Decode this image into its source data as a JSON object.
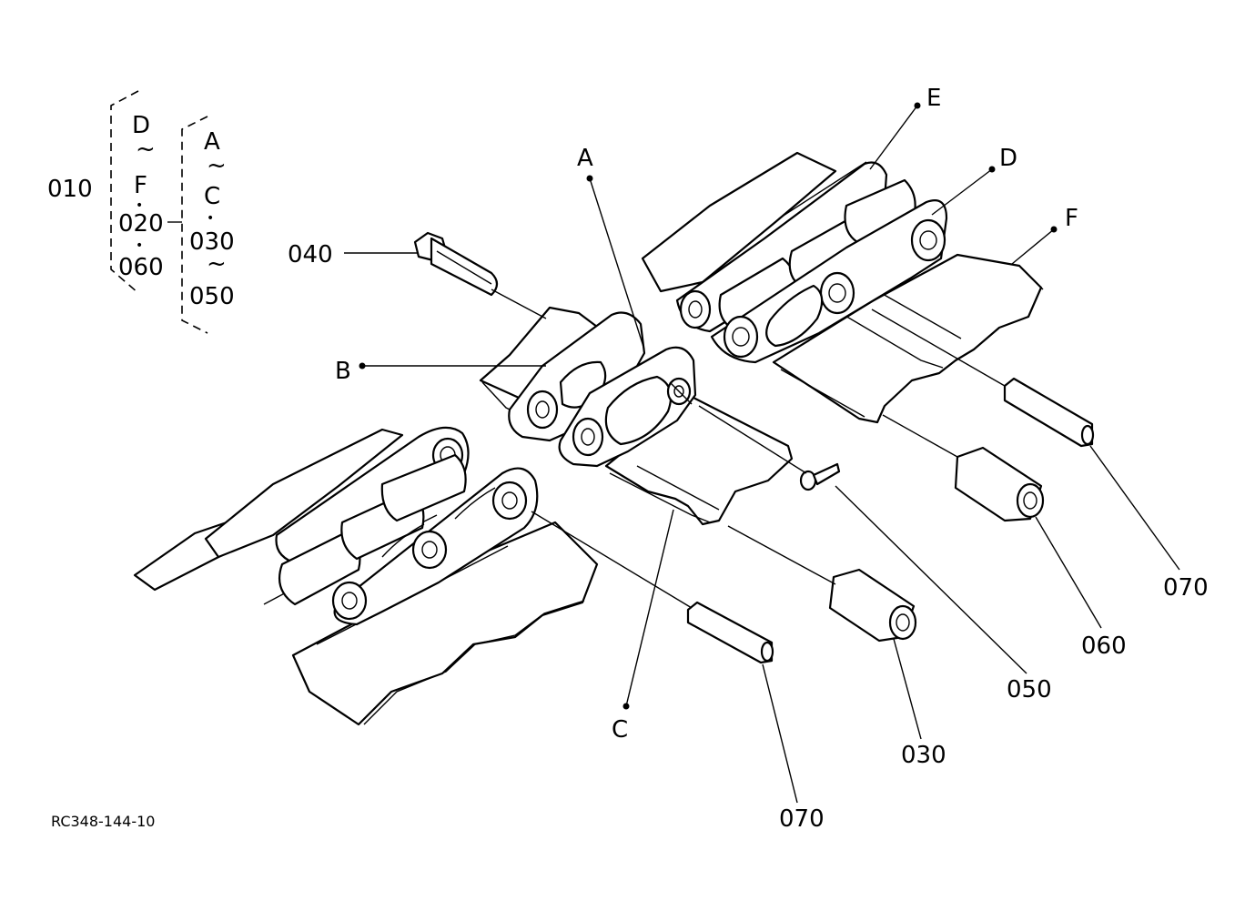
{
  "bracket": {
    "assembly_ref": "010",
    "group1": {
      "start": "D",
      "tilde": "~",
      "end": "F",
      "dot": "•",
      "ref_a": "020",
      "ref_b": "060"
    },
    "group2": {
      "start": "A",
      "tilde": "~",
      "end": "C",
      "dot": "•",
      "ref_a": "030",
      "ref_b": "050"
    }
  },
  "labels": {
    "A": "A",
    "B": "B",
    "C": "C",
    "D": "D",
    "E": "E",
    "F": "F",
    "pin_040": "040",
    "pin_050": "050",
    "bushing_030": "030",
    "bushing_060": "060",
    "pin_070_front": "070",
    "pin_070_back": "070"
  },
  "drawing_code": "RC348-144-10"
}
